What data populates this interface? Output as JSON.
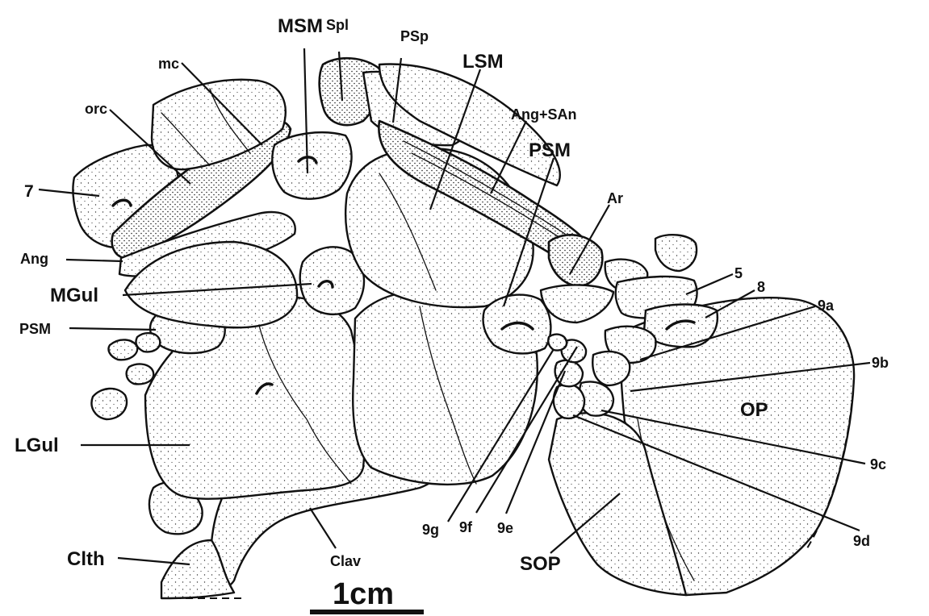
{
  "labels": {
    "MSM": "MSM",
    "Spl": "Spl",
    "PSp": "PSp",
    "mc": "mc",
    "LSM": "LSM",
    "orc": "orc",
    "AngSAn": "Ang+SAn",
    "seven": "7",
    "PSM_top": "PSM",
    "Ar": "Ar",
    "Ang": "Ang",
    "five": "5",
    "MGul": "MGul",
    "eight": "8",
    "PSM_left": "PSM",
    "nine_a": "9a",
    "nine_b": "9b",
    "OP": "OP",
    "LGul": "LGul",
    "nine_c": "9c",
    "nine_g": "9g",
    "nine_f": "9f",
    "nine_e": "9e",
    "nine_d": "9d",
    "Clav": "Clav",
    "Clth": "Clth",
    "SOP": "SOP"
  },
  "scale_bar": {
    "label": "1cm"
  }
}
